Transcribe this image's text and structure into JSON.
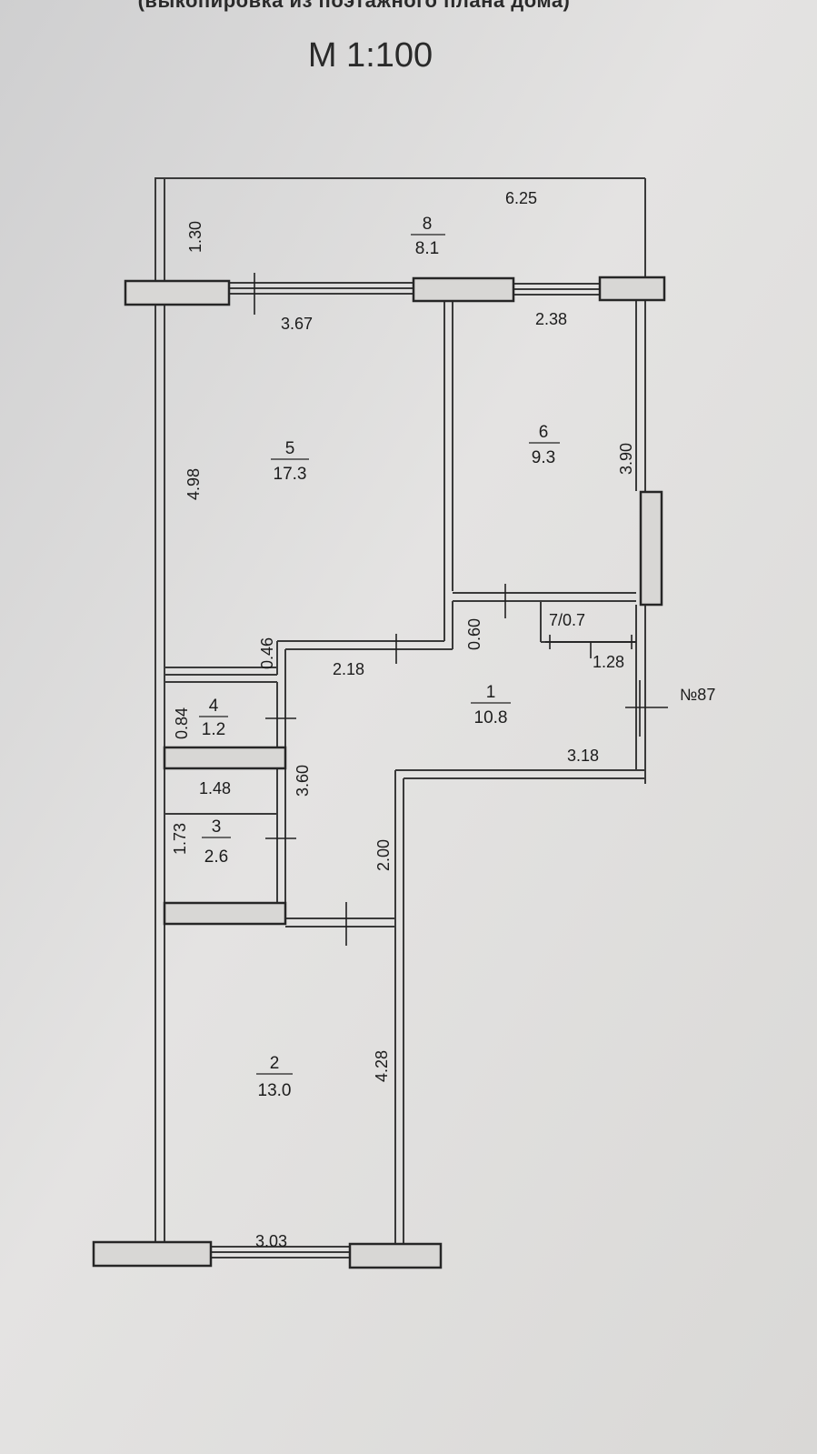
{
  "header": {
    "subtitle": "(выкопировка из поэтажного плана дома)",
    "scale": "М 1:100"
  },
  "apartment": {
    "number_label": "№87"
  },
  "rooms": [
    {
      "id": "room-8",
      "number": "8",
      "area": "8.1"
    },
    {
      "id": "room-5",
      "number": "5",
      "area": "17.3"
    },
    {
      "id": "room-6",
      "number": "6",
      "area": "9.3"
    },
    {
      "id": "room-1",
      "number": "1",
      "area": "10.8"
    },
    {
      "id": "room-4",
      "number": "4",
      "area": "1.2"
    },
    {
      "id": "room-3",
      "number": "3",
      "area": "2.6"
    },
    {
      "id": "room-2",
      "number": "2",
      "area": "13.0"
    },
    {
      "id": "room-7",
      "label": "7/0.7"
    }
  ],
  "dimensions": {
    "balcony_length": "6.25",
    "balcony_depth": "1.30",
    "room5_width": "3.67",
    "room6_width": "2.38",
    "room5_depth": "4.98",
    "room6_depth": "3.90",
    "wall_046": "0.46",
    "hall_218": "2.18",
    "hall_060": "0.60",
    "closet_128": "1.28",
    "hall_318": "3.18",
    "room4_084": "0.84",
    "width_148": "1.48",
    "hall_360": "3.60",
    "room3_173": "1.73",
    "corridor_200": "2.00",
    "room2_depth": "4.28",
    "room2_width": "3.03"
  }
}
